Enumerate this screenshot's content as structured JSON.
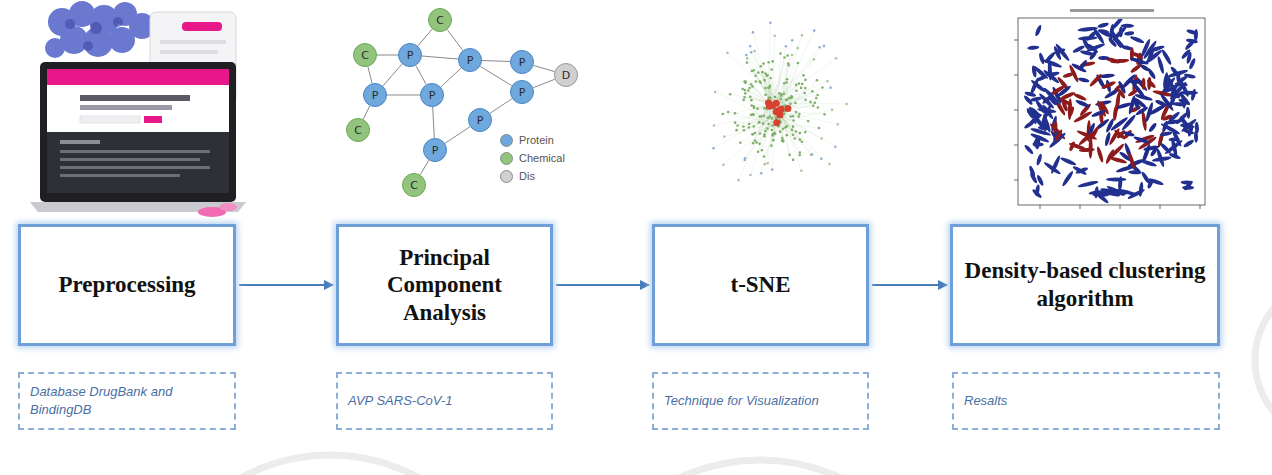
{
  "diagram": {
    "nodes": [
      {
        "text": [
          "Preprocessing"
        ]
      },
      {
        "text": [
          "Principal Component Analysis"
        ]
      },
      {
        "text": [
          "t-SNE"
        ]
      },
      {
        "text": [
          "Density-based clustering algorithm"
        ]
      },
      {
        "text": [
          "Database DrugBank and BindingDB"
        ]
      },
      {
        "text": [
          "AVP SARS-CoV-1"
        ]
      },
      {
        "text": [
          "Technique for Visualization"
        ]
      },
      {
        "text": [
          "Resalts"
        ]
      },
      {
        "text": [
          "C"
        ]
      },
      {
        "text": [
          "C"
        ]
      },
      {
        "text": [
          "P"
        ]
      },
      {
        "text": [
          "P"
        ]
      },
      {
        "text": [
          "P"
        ]
      },
      {
        "text": [
          "P"
        ]
      },
      {
        "text": [
          "P"
        ]
      },
      {
        "text": [
          "P"
        ]
      },
      {
        "text": [
          "D"
        ]
      },
      {
        "text": [
          "P"
        ]
      },
      {
        "text": [
          "C"
        ]
      },
      {
        "text": [
          "P"
        ]
      },
      {
        "text": [
          "C"
        ]
      }
    ],
    "edges": [
      {
        "from": 0,
        "to": 1,
        "arrow": "to"
      },
      {
        "from": 1,
        "to": 2,
        "arrow": "to"
      },
      {
        "from": 2,
        "to": 3,
        "arrow": "to"
      },
      {
        "from": 8,
        "to": 10,
        "arrow": "none"
      },
      {
        "from": 8,
        "to": 11,
        "arrow": "none"
      },
      {
        "from": 9,
        "to": 10,
        "arrow": "none"
      },
      {
        "from": 10,
        "to": 11,
        "arrow": "none"
      },
      {
        "from": 11,
        "to": 12,
        "arrow": "none"
      },
      {
        "from": 11,
        "to": 15,
        "arrow": "none"
      },
      {
        "from": 12,
        "to": 16,
        "arrow": "none"
      },
      {
        "from": 15,
        "to": 16,
        "arrow": "none"
      },
      {
        "from": 17,
        "to": 15,
        "arrow": "none"
      },
      {
        "from": 10,
        "to": 13,
        "arrow": "none"
      },
      {
        "from": 10,
        "to": 14,
        "arrow": "none"
      },
      {
        "from": 13,
        "to": 14,
        "arrow": "none"
      },
      {
        "from": 14,
        "to": 11,
        "arrow": "none"
      },
      {
        "from": 14,
        "to": 19,
        "arrow": "none"
      },
      {
        "from": 18,
        "to": 13,
        "arrow": "none"
      },
      {
        "from": 19,
        "to": 20,
        "arrow": "none"
      },
      {
        "from": 19,
        "to": 17,
        "arrow": "none"
      },
      {
        "from": 9,
        "to": 13,
        "arrow": "none"
      }
    ],
    "legend": [
      {
        "text": "Protein",
        "color": "#6fa8dc"
      },
      {
        "text": "Chemical",
        "color": "#93c47d"
      },
      {
        "text": "Dis",
        "color": "#d0d0d0"
      }
    ]
  }
}
